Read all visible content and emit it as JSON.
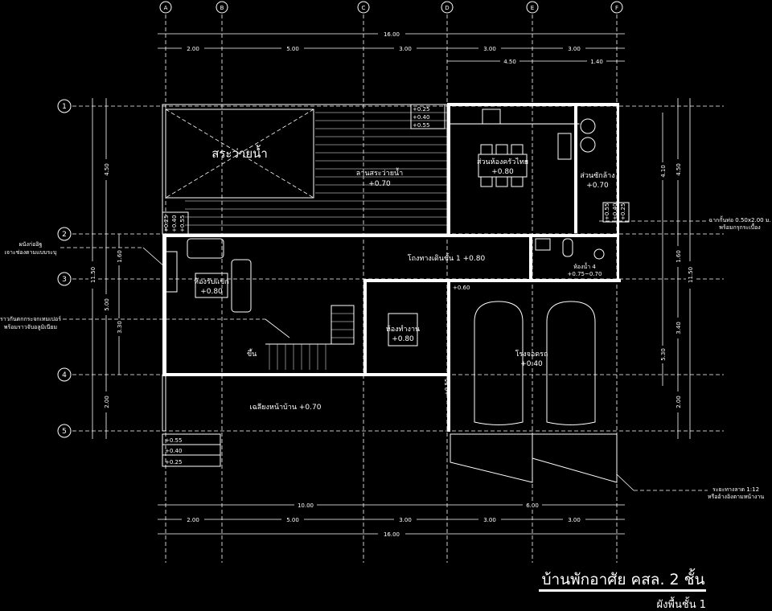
{
  "columns": [
    "A",
    "B",
    "C",
    "D",
    "E",
    "F"
  ],
  "rows": [
    "1",
    "2",
    "3",
    "4",
    "5"
  ],
  "dims_top": {
    "total": "16.00",
    "spans": [
      "2.00",
      "5.00",
      "3.00",
      "3.00",
      "3.00"
    ],
    "sub": [
      "4.50",
      "1.40"
    ]
  },
  "dims_bottom": {
    "total": "16.00",
    "spans": [
      "2.00",
      "5.00",
      "3.00",
      "3.00",
      "3.00"
    ],
    "sub": [
      "10.00",
      "6.00"
    ]
  },
  "dims_left": {
    "total": "11.50",
    "spans": [
      "4.50",
      "5.00",
      "2.00"
    ],
    "inner": [
      "1.60",
      "3.30"
    ]
  },
  "dims_right": {
    "total": "11.50",
    "spans": [
      "4.50",
      "1.60",
      "3.40",
      "2.00"
    ],
    "inner": [
      "4.10",
      "5.30"
    ]
  },
  "rooms": {
    "pool": "สระว่ายน้ำ",
    "pool_deck": {
      "name": "ลานสระว่ายน้ำ",
      "level": "+0.70"
    },
    "thai_kitchen": {
      "name": "ส่วนห้องครัวไทย",
      "level": "+0.80"
    },
    "laundry": {
      "name": "ส่วนซักล้าง",
      "level": "+0.70"
    },
    "hall": {
      "name": "โถงทางเดินชั้น 1",
      "level": "+0.80"
    },
    "living": {
      "name": "ห้องรับแขก",
      "level": "+0.80"
    },
    "office": {
      "name": "ห้องทำงาน",
      "level": "+0.80"
    },
    "garage": {
      "name": "โรงจอดรถ",
      "level": "+0.40"
    },
    "bath4": {
      "name": "ห้องน้ำ 4",
      "level": "+0.75~0.70"
    },
    "porch": {
      "name": "เฉลียงหน้าบ้าน",
      "level": "+0.70"
    },
    "stair_up": "ขึ้น"
  },
  "levels": {
    "pool_steps": [
      "+0.25",
      "+0.40",
      "+0.55"
    ],
    "left_steps": [
      "+0.25",
      "+0.40",
      "+0.55"
    ],
    "laundry_steps": [
      "+0.55",
      "+0.40",
      "+0.25"
    ],
    "front_steps": [
      "+0.55",
      "+0.40",
      "+0.25"
    ],
    "hall_step": "+0.60",
    "garage_step": "+0.55"
  },
  "notes": {
    "wall_note": [
      "ผนังก่ออิฐ",
      "เจาะช่องตามแบบระบุ"
    ],
    "rail_note": [
      "ราวกันตกกระจกเทมเปอร์",
      "พร้อมราวจับอลูมิเนียม"
    ],
    "screen_note": [
      "ฉากกั้นท่อ 0.50x2.00 ม.",
      "พร้อมกรุกระเบื้อง"
    ],
    "ramp_note": [
      "ระยะทางลาด 1:12",
      "หรืออ้างอิงตามหน้างาน"
    ]
  },
  "title": "บ้านพักอาศัย คสล. 2 ชั้น",
  "subtitle": "ผังพื้นชั้น 1"
}
